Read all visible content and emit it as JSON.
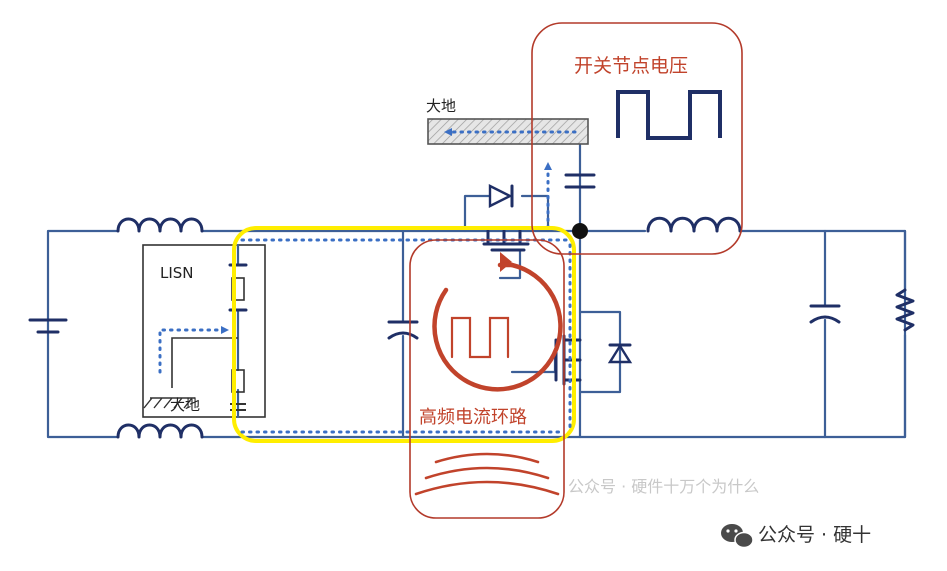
{
  "labels": {
    "switch_node_voltage": "开关节点电压",
    "ground_top": "大地",
    "lisn": "LISN",
    "ground_lisn": "大地",
    "hf_current_loop": "高频电流环路"
  },
  "watermark": {
    "faint_text": "公众号 · 硬件十万个为什么",
    "brand_text": "公众号 · 硬十"
  },
  "colors": {
    "wire": "#3d5f97",
    "component": "#1f2f66",
    "flow_arrow": "#3b6fc4",
    "highlight_yellow": "#ffee00",
    "loop_red": "#c1432b"
  },
  "icons": {
    "brand": "wechat-icon"
  }
}
